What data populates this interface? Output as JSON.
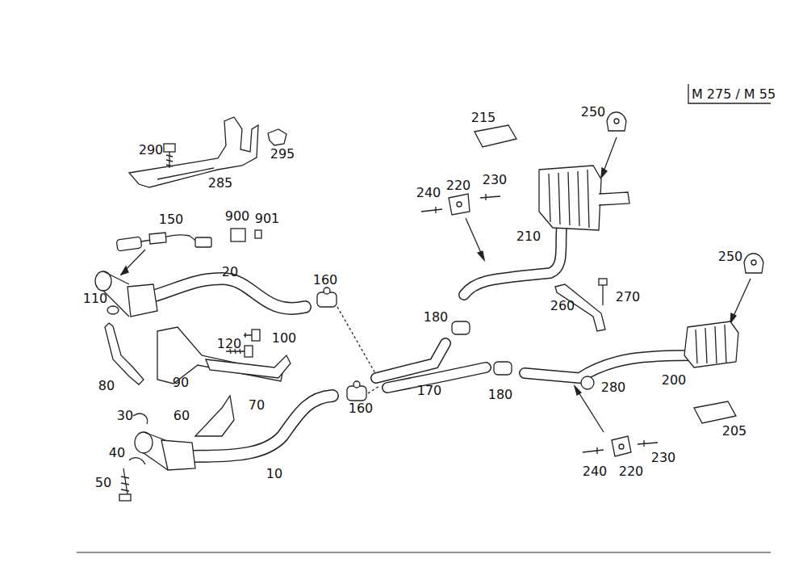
{
  "diagram": {
    "labels": [
      "M 275 / M 55",
      "215",
      "250",
      "290",
      "295",
      "285",
      "240",
      "220",
      "230",
      "150",
      "900",
      "901",
      "210",
      "250",
      "110",
      "20",
      "160",
      "100",
      "120",
      "180",
      "260",
      "270",
      "80",
      "90",
      "70",
      "170",
      "180",
      "280",
      "200",
      "30",
      "60",
      "160",
      "205",
      "40",
      "240",
      "220",
      "230",
      "10",
      "50"
    ]
  }
}
